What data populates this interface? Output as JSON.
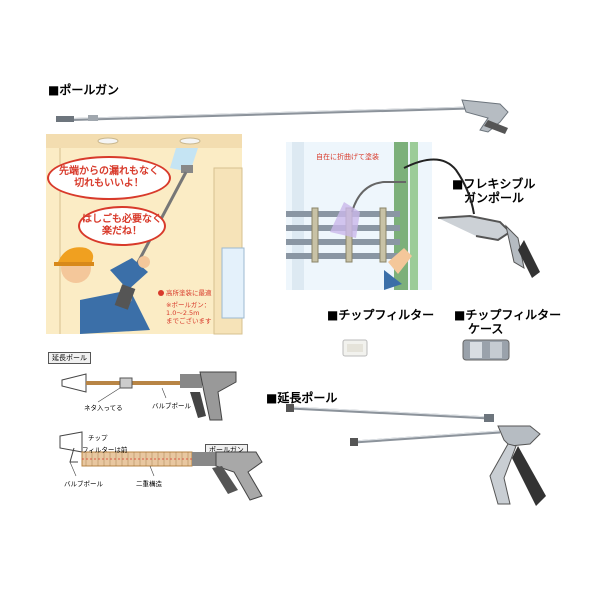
{
  "sections": {
    "pole_gun": "■ポールガン",
    "flexible_gun_pole": [
      "■フレキシブル",
      "ガンポール"
    ],
    "tip_filter": "■チップフィルター",
    "tip_filter_case": [
      "■チップフィルター",
      "ケース"
    ],
    "extension_pole": "■延長ポール"
  },
  "left_illustration": {
    "bubble_1": [
      "先端からの漏れもなく",
      "切れもいいよ！"
    ],
    "bubble_2": [
      "はしごも必要なく",
      "楽だね！"
    ],
    "note_lines": [
      "高所塗装に最適",
      "※ポールガン：",
      "1.0〜2.5m",
      "までございます"
    ]
  },
  "right_illustration": {
    "note": "自在に折曲げて塗装"
  },
  "diagram_1": {
    "title": "延長ポール",
    "labels": {
      "screw": "ネタ入ってる",
      "valve": "バルブポール"
    }
  },
  "diagram_2": {
    "title": "ポールガン",
    "labels": {
      "tip": "チップ",
      "filter": "フィルターは前",
      "valve": "バルブポール",
      "double": "二重構造"
    }
  },
  "colors": {
    "accent_red": "#d83a2b",
    "wall_yellow": "#fbecc5",
    "worker_blue": "#3b6fa8",
    "hat_orange": "#f0a020",
    "metal": "#9aa2ab"
  }
}
